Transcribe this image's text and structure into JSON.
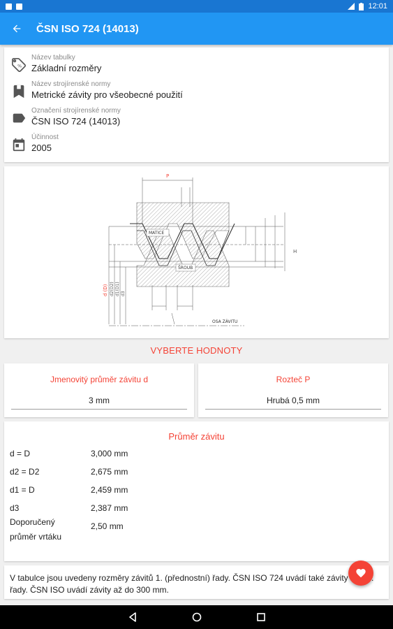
{
  "status_bar": {
    "time": "12:01"
  },
  "app_bar": {
    "title": "ČSN ISO 724 (14013)"
  },
  "info": {
    "table_name_label": "Název tabulky",
    "table_name_value": "Základní rozměry",
    "norm_name_label": "Název strojírenské normy",
    "norm_name_value": "Metrické závity pro všeobecné použití",
    "norm_code_label": "Označení strojírenské normy",
    "norm_code_value": "ČSN ISO 724 (14013)",
    "validity_label": "Účinnost",
    "validity_value": "2005"
  },
  "diagram": {
    "matice_label": "MATICE",
    "sroub_label": "ŠROUB",
    "axis_label": "OSA ZÁVITU",
    "p_label": "P",
    "h_label": "H",
    "d_label": "d (D)",
    "d2_label": "d2(D2)",
    "d1_label": "d1(D1)",
    "d3_label": "d3"
  },
  "select_section": {
    "title": "VYBERTE HODNOTY",
    "diameter_label": "Jmenovitý průměr závitu d",
    "diameter_value": "3 mm",
    "pitch_label": "Rozteč P",
    "pitch_value": "Hrubá 0,5 mm"
  },
  "results": {
    "title": "Průměr závitu",
    "rows": [
      {
        "key": "d = D",
        "value": "3,000 mm"
      },
      {
        "key": "d2 = D2",
        "value": "2,675 mm"
      },
      {
        "key": "d1 = D",
        "value": "2,459 mm"
      },
      {
        "key": "d3",
        "value": "2,387 mm"
      },
      {
        "key": "Doporučený průměr vrtáku",
        "value": "2,50 mm"
      }
    ]
  },
  "note": {
    "text": "V tabulce jsou uvedeny rozměry závitů 1. (přednostní) řady. ČSN ISO 724 uvádí také závity 2. a 3. řady. ČSN ISO uvádí závity až do 300 mm."
  },
  "colors": {
    "primary": "#2196f3",
    "primary_dark": "#1976d2",
    "accent": "#f44336"
  }
}
